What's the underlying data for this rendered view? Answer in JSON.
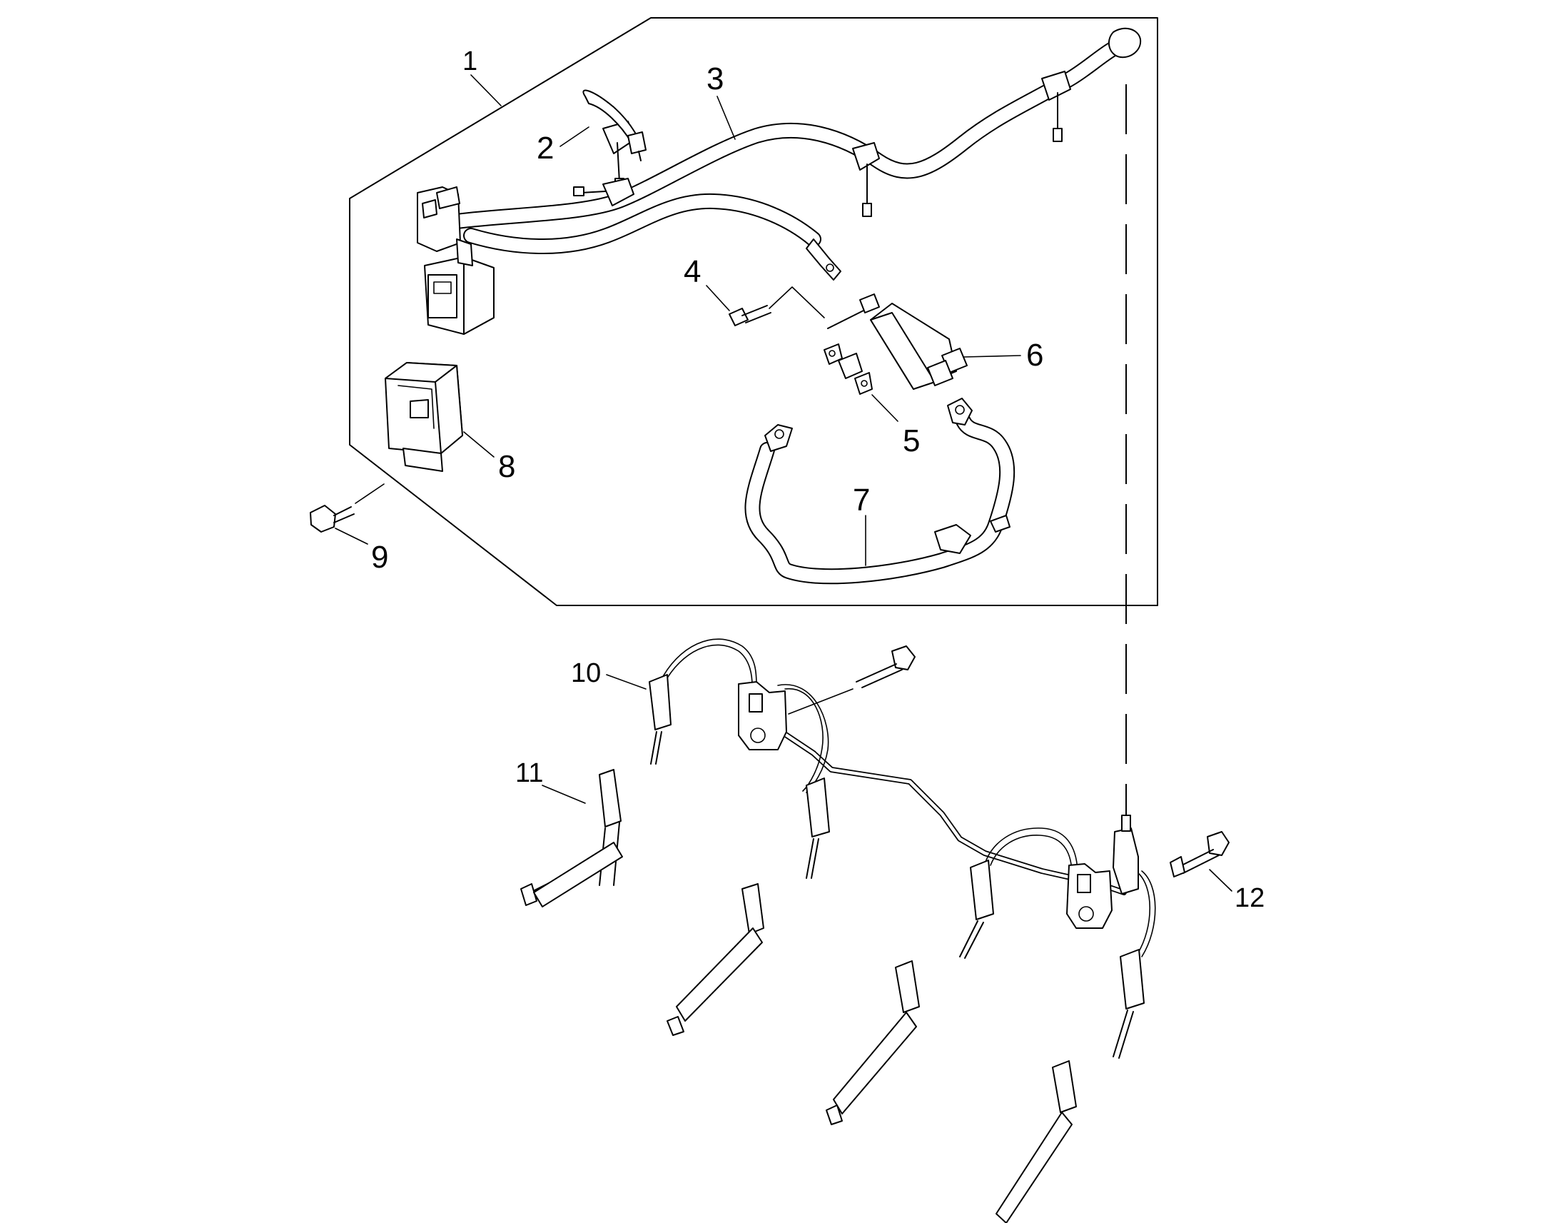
{
  "callouts": {
    "c1": "1",
    "c2": "2",
    "c3": "3",
    "c4": "4",
    "c5": "5",
    "c6": "6",
    "c7": "7",
    "c8": "8",
    "c9": "9",
    "c10": "10",
    "c11": "11",
    "c12": "12"
  },
  "icons": {
    "kit_group": "kit-outline",
    "cable_tie": "cable-tie-icon",
    "wiring_harness": "wiring-harness-icon",
    "bolt": "bolt-icon",
    "fuse": "fuse-icon",
    "glow_relay": "glow-relay-icon",
    "ground_cable": "ground-cable-icon",
    "relay": "relay-icon",
    "glow_plug_harness": "glow-plug-harness-icon",
    "glow_plug": "glow-plug-icon"
  }
}
